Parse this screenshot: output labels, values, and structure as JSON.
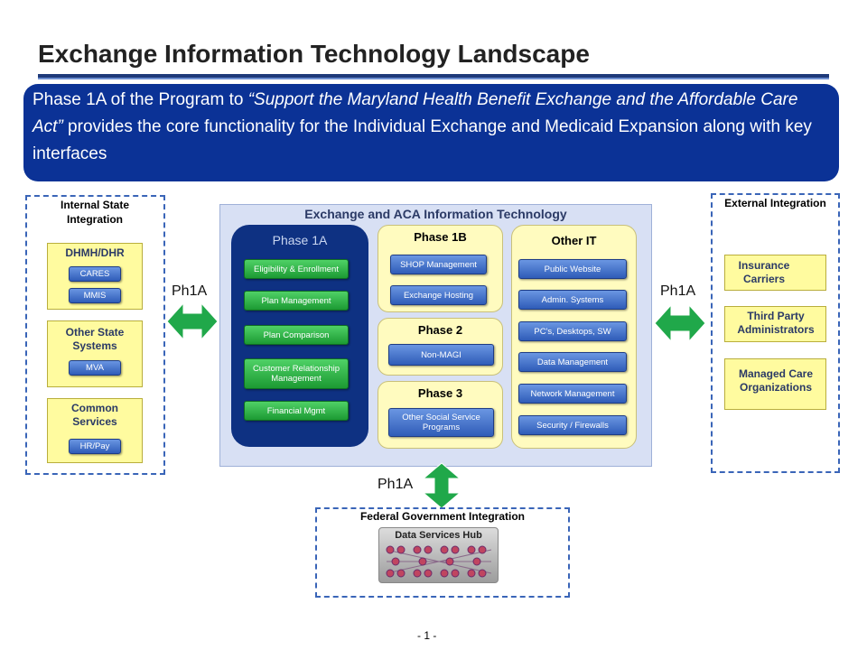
{
  "title": "Exchange Information Technology Landscape",
  "banner": {
    "part1": "Phase 1A of the Program to ",
    "quote": "“Support the Maryland Health Benefit Exchange and the Affordable Care Act”",
    "part2": " provides the core functionality for the Individual Exchange and Medicaid Expansion along with key interfaces"
  },
  "internal": {
    "heading": "Internal State Integration",
    "groups": [
      {
        "name": "DHMH/DHR",
        "items": [
          "CARES",
          "MMIS"
        ]
      },
      {
        "name": "Other State Systems",
        "items": [
          "MVA"
        ]
      },
      {
        "name": "Common Services",
        "items": [
          "HR/Pay"
        ]
      }
    ]
  },
  "external": {
    "heading": "External Integration",
    "items": [
      "Insurance Carriers",
      "Third Party Administrators",
      "Managed Care Organizations"
    ]
  },
  "center": {
    "heading": "Exchange and ACA Information Technology",
    "phase1a": {
      "label": "Phase 1A",
      "items": [
        "Eligibility & Enrollment",
        "Plan Management",
        "Plan Comparison",
        "Customer Relationship Management",
        "Financial Mgmt"
      ]
    },
    "phase1b": {
      "label": "Phase 1B",
      "items": [
        "SHOP Management",
        "Exchange Hosting"
      ]
    },
    "phase2": {
      "label": "Phase 2",
      "items": [
        "Non-MAGI"
      ]
    },
    "phase3": {
      "label": "Phase 3",
      "items": [
        "Other Social Service Programs"
      ]
    },
    "other_it": {
      "label": "Other IT",
      "items": [
        "Public Website",
        "Admin. Systems",
        "PC's, Desktops, SW",
        "Data Management",
        "Network Management",
        "Security / Firewalls"
      ]
    }
  },
  "arrows": {
    "left": "Ph1A",
    "right": "Ph1A",
    "bottom": "Ph1A"
  },
  "federal": {
    "heading": "Federal Government Integration",
    "hub_label": "Data Services Hub"
  },
  "page_number": "- 1 -",
  "colors": {
    "banner": "#0b3296",
    "phase1a_panel": "#0e3182",
    "phase_panel": "#fffbbf",
    "center_bg": "#d8e0f4",
    "arrow": "#20a84a",
    "dashed_border": "#3a65b8"
  }
}
